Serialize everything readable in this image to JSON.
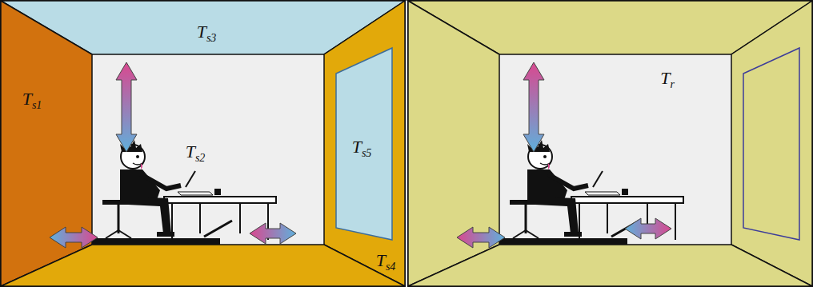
{
  "diagram": {
    "labels": [
      "Ts3",
      "Ts1",
      "Ts2",
      "Ts5",
      "Ts4",
      "Tr"
    ]
  }
}
